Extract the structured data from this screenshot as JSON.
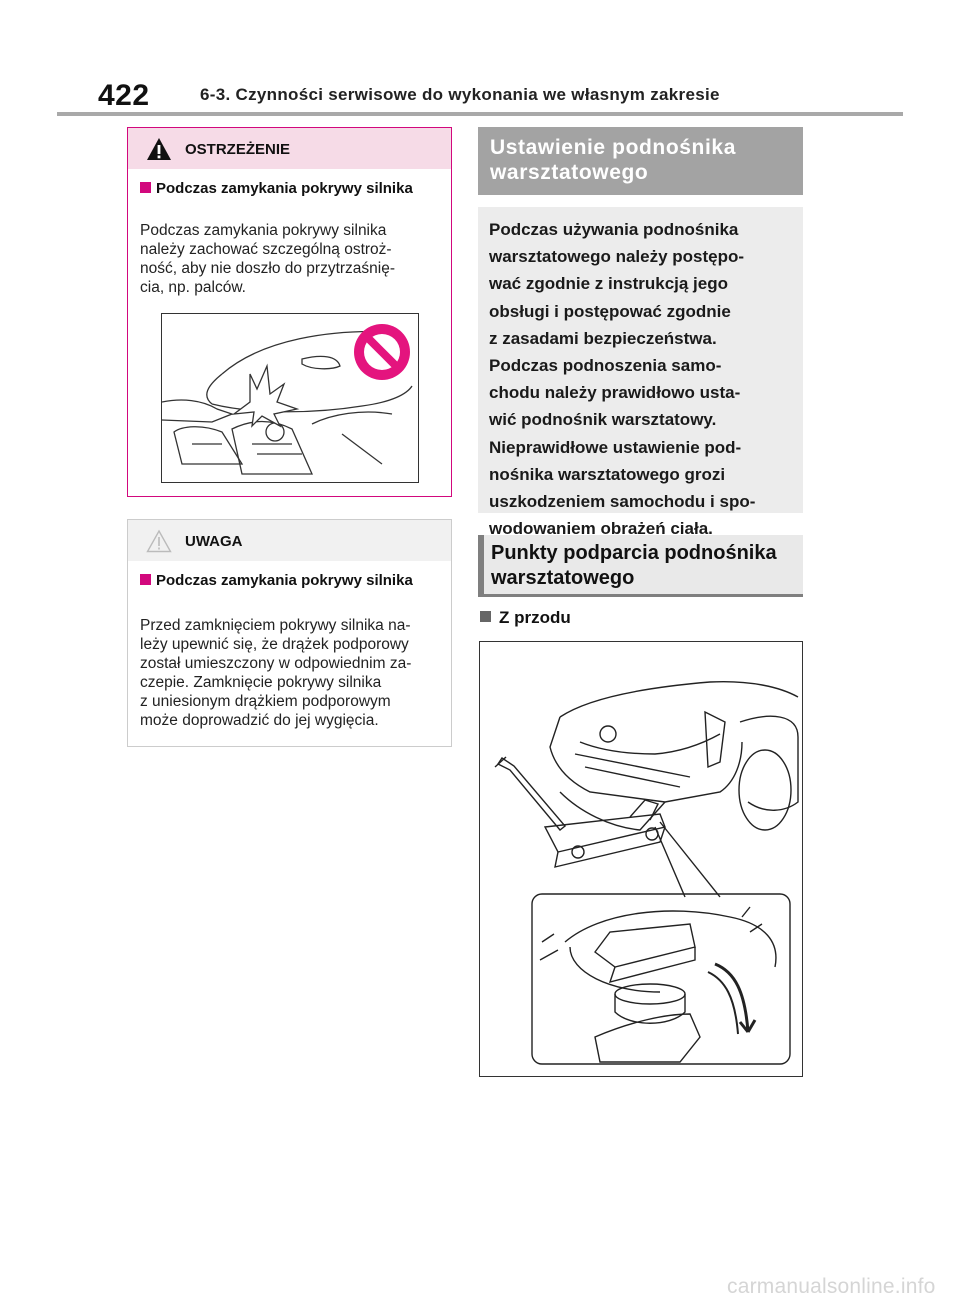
{
  "header": {
    "page_number": "422",
    "section_title": "6-3. Czynności serwisowe do wykonania we własnym zakresie"
  },
  "warning_box": {
    "title": "OSTRZEŻENIE",
    "icon": "warning-triangle-icon",
    "accent_color": "#d2087d",
    "subheading": "Podczas zamykania pokrywy silnika",
    "body": "Podczas zamykania pokrywy silnika\nnależy zachować szczególną ostroż-\nność, aby nie doszło do przytrzaśnię-\ncia, np. palców.",
    "figure_icon": "prohibited-sign-icon"
  },
  "caution_box": {
    "title": "UWAGA",
    "icon": "caution-triangle-outline-icon",
    "subheading": "Podczas zamykania pokrywy silnika",
    "body": "Przed zamknięciem pokrywy silnika na-\nleży upewnić się, że drążek podporowy\nzostał umieszczony w odpowiednim za-\nczepie. Zamknięcie pokrywy silnika\nz uniesionym drążkiem podporowym\nmoże doprowadzić do jej wygięcia."
  },
  "right_column": {
    "heading": "Ustawienie podnośnika warsztatowego",
    "info_text": "Podczas używania podnośnika\nwarsztatowego należy postępo-\nwać zgodnie z instrukcją jego\nobsługi i postępować zgodnie\nz zasadami bezpieczeństwa.\nPodczas podnoszenia samo-\nchodu należy prawidłowo usta-\nwić podnośnik warsztatowy.\nNieprawidłowe ustawienie pod-\nnośnika warsztatowego grozi\nuszkodzeniem samochodu i spo-\nwodowaniem obrażeń ciała.",
    "subsection_heading": "Punkty podparcia podnośnika\nwarsztatowego",
    "front_label": "Z przodu"
  },
  "watermark": "carmanualsonline.info"
}
